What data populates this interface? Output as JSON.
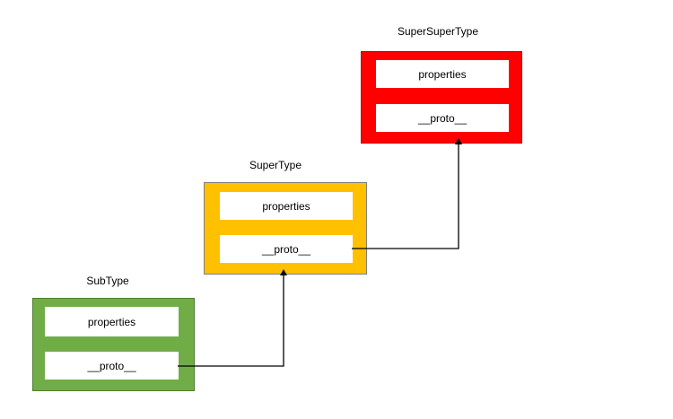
{
  "nodes": {
    "supersupertype": {
      "title": "SuperSuperType",
      "fields": [
        "properties",
        "__proto__"
      ],
      "color": "#ff0000",
      "border": "#c00000"
    },
    "supertype": {
      "title": "SuperType",
      "fields": [
        "properties",
        "__proto__"
      ],
      "color": "#ffc000",
      "border": "#7f7f7f"
    },
    "subtype": {
      "title": "SubType",
      "fields": [
        "properties",
        "__proto__"
      ],
      "color": "#70ad47",
      "border": "#507e32"
    }
  },
  "connectors": [
    {
      "from": "subtype.__proto__",
      "to": "supertype"
    },
    {
      "from": "supertype.__proto__",
      "to": "supersupertype"
    }
  ],
  "colors": {
    "line": "#000000"
  }
}
